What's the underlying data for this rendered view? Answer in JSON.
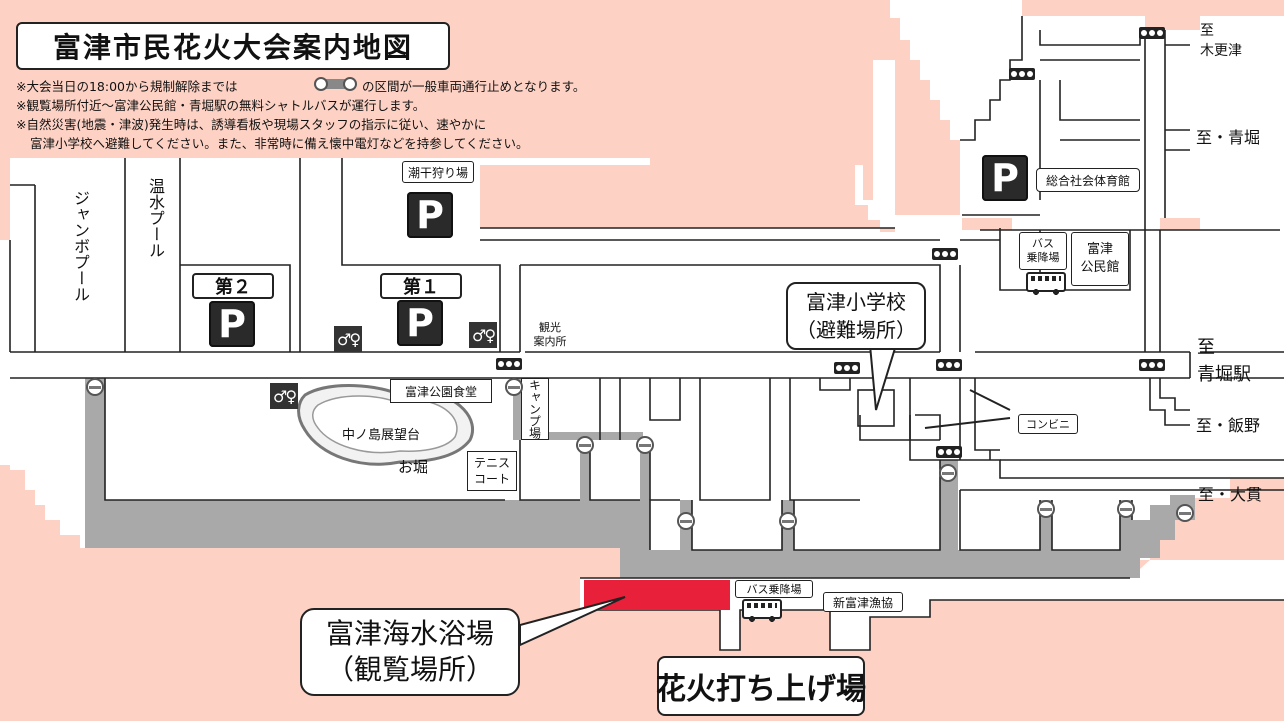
{
  "title": "富津市民花火大会案内地図",
  "notes": [
    "※大会当日の18:00から規制解除までは",
    "の区間が一般車両通行止めとなります。",
    "※観覧場所付近～富津公民館・青堀駅の無料シャトルバスが運行します。",
    "※自然災害(地震・津波)発生時は、誘導看板や現場スタッフの指示に従い、速やかに",
    "富津小学校へ避難してください。また、非常時に備え懐中電灯などを持参してください。"
  ],
  "destinations": {
    "kisarazu": [
      "至",
      "木更津"
    ],
    "aohori": "至・青堀",
    "aohori_station": [
      "至",
      "青堀駅"
    ],
    "iiyama": "至・飯野",
    "onuki": "至・大貫"
  },
  "parking": {
    "p1": "第１",
    "p2": "第２",
    "shiohigari": "潮干狩り場",
    "gym": "総合社会体育館",
    "icon": "P"
  },
  "places": {
    "jumbo_pool": "ジャンボプール",
    "onsui_pool": "温水プール",
    "tourist_info": [
      "観光",
      "案内所"
    ],
    "park_restaurant": "富津公園食堂",
    "camp": "キャンプ場",
    "nakanoshima": "中ノ島展望台",
    "ohori": "お堀",
    "tennis": [
      "テニス",
      "コート"
    ],
    "convenience": "コンビニ",
    "bus_stop_town": [
      "バス",
      "乗降場"
    ],
    "community_center": [
      "富津",
      "公民館"
    ],
    "bus_stop_beach": "バス乗降場",
    "fishery": "新富津漁協"
  },
  "callouts": {
    "school": [
      "富津小学校",
      "（避難場所）"
    ],
    "beach": [
      "富津海水浴場",
      "（観覧場所）"
    ],
    "launch": "花火打ち上げ場"
  },
  "icons": {
    "parking": "parking-icon",
    "toilet": "toilet-icon",
    "signal": "traffic-signal-icon",
    "bus": "bus-icon",
    "road_closed": "road-closed-icon"
  },
  "colors": {
    "sea_land": "#fdd2c4",
    "closed_road": "#a9a9a9",
    "viewing_area": "#e8203a"
  }
}
